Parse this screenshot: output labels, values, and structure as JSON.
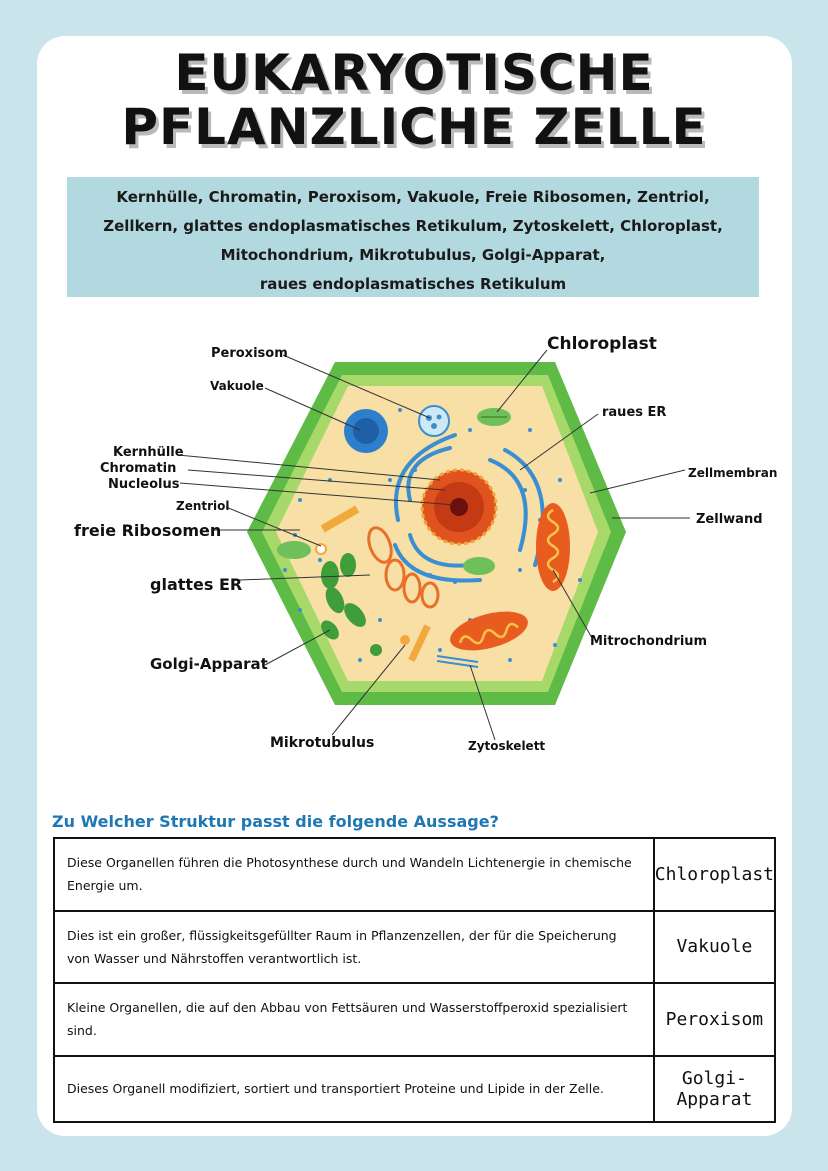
{
  "title": {
    "line1": "EUKARYOTISCHE",
    "line2": "PFLANZLICHE ZELLE"
  },
  "word_bank": {
    "lines": [
      "Kernhülle, Chromatin, Peroxisom, Vakuole, Freie Ribosomen, Zentriol,",
      "Zellkern, glattes endoplasmatisches Retikulum, Zytoskelett, Chloroplast,",
      "Mitochondrium, Mikrotubulus, Golgi-Apparat,",
      "raues endoplasmatisches Retikulum"
    ]
  },
  "diagram": {
    "labels": {
      "peroxisom": "Peroxisom",
      "chloroplast": "Chloroplast",
      "vakuole": "Vakuole",
      "raues_er": "raues ER",
      "kernhuelle": "Kernhülle",
      "chromatin": "Chromatin",
      "nucleolus": "Nucleolus",
      "zellmembran": "Zellmembran",
      "zentriol": "Zentriol",
      "zellwand": "Zellwand",
      "freie_ribosomen": "freie Ribosomen",
      "glattes_er": "glattes ER",
      "mitochondrium": "Mitrochondrium",
      "golgi": "Golgi-Apparat",
      "mikrotubulus": "Mikrotubulus",
      "zytoskelett": "Zytoskelett"
    },
    "colors": {
      "cell_wall_outer": "#5dbb46",
      "cell_wall_inner": "#a6d96a",
      "cytoplasm": "#f7dfa6",
      "nucleus": "#e0531f",
      "er": "#3a8fd1",
      "mitochondrium": "#e85d1f",
      "chloroplast": "#6fbf5a"
    }
  },
  "quiz": {
    "question": "Zu Welcher Struktur passt die folgende Aussage?",
    "rows": [
      {
        "statement": "Diese Organellen führen die Photosynthese durch und Wandeln Lichtenergie in chemische Energie um.",
        "answer": "Chloroplast"
      },
      {
        "statement": "Dies ist ein großer, flüssigkeitsgefüllter Raum in Pflanzenzellen, der für die Speicherung von Wasser und Nährstoffen verantwortlich ist.",
        "answer": "Vakuole"
      },
      {
        "statement": "Kleine Organellen, die auf den Abbau von Fettsäuren und Wasserstoffperoxid spezialisiert sind.",
        "answer": "Peroxisom"
      },
      {
        "statement": "Dieses Organell modifiziert, sortiert und transportiert Proteine und Lipide in der Zelle.",
        "answer": "Golgi-Apparat"
      }
    ]
  }
}
